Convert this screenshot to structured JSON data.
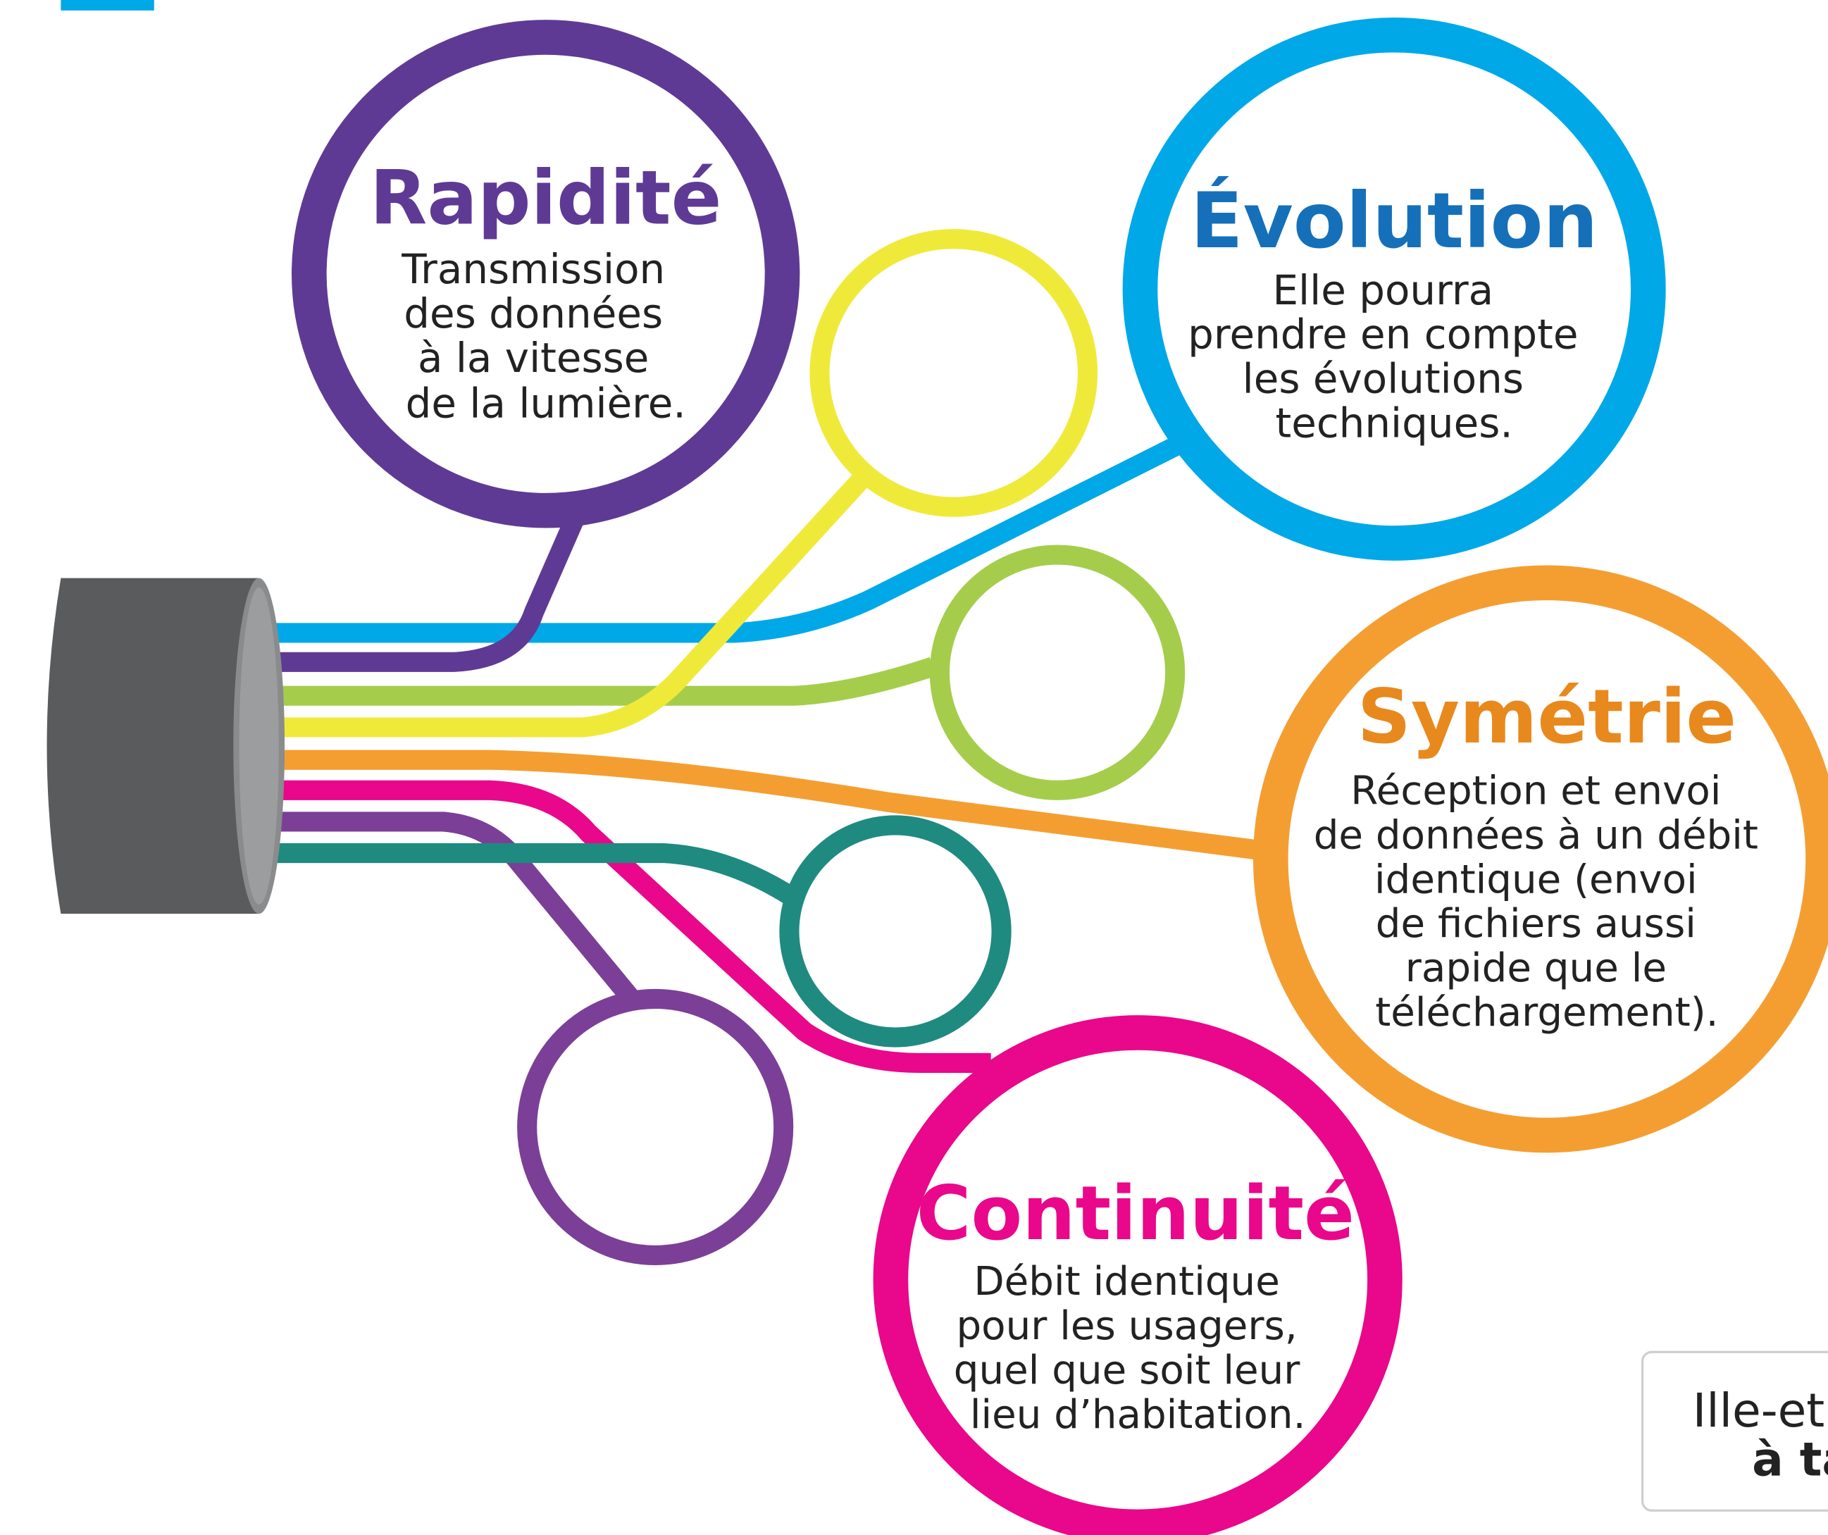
{
  "colors": {
    "purple": "#5E3A95",
    "blue": "#00A8E8",
    "yellow": "#EFEA3A",
    "green": "#A5CD4B",
    "orange": "#F49E32",
    "magenta": "#E9078B",
    "violet": "#7B3F98",
    "teal": "#1F8A80",
    "cable": "#5A5B5D",
    "evolution_title": "#1570B9",
    "symetrie_title": "#E8891E",
    "corner_tab": "#00A8E8"
  },
  "bubbles": {
    "rapidite": {
      "title": "Rapidité",
      "lines": [
        "Transmission",
        "des données",
        "à la vitesse",
        "de la lumière."
      ]
    },
    "evolution": {
      "title": "Évolution",
      "lines": [
        "Elle pourra",
        "prendre en compte",
        "les évolutions",
        "techniques."
      ]
    },
    "symetrie": {
      "title": "Symétrie",
      "lines": [
        "Réception et envoi",
        "de données à un débit",
        "identique (envoi",
        "de fichiers aussi",
        "rapide que le",
        "téléchargement)."
      ]
    },
    "continuite": {
      "title": "Continuité",
      "lines": [
        "Débit identique",
        "pour les usagers,",
        "quel que soit leur",
        "lieu d’habitation."
      ]
    }
  },
  "corner_box": {
    "line1": "Ille-et",
    "line2": "à ta"
  }
}
